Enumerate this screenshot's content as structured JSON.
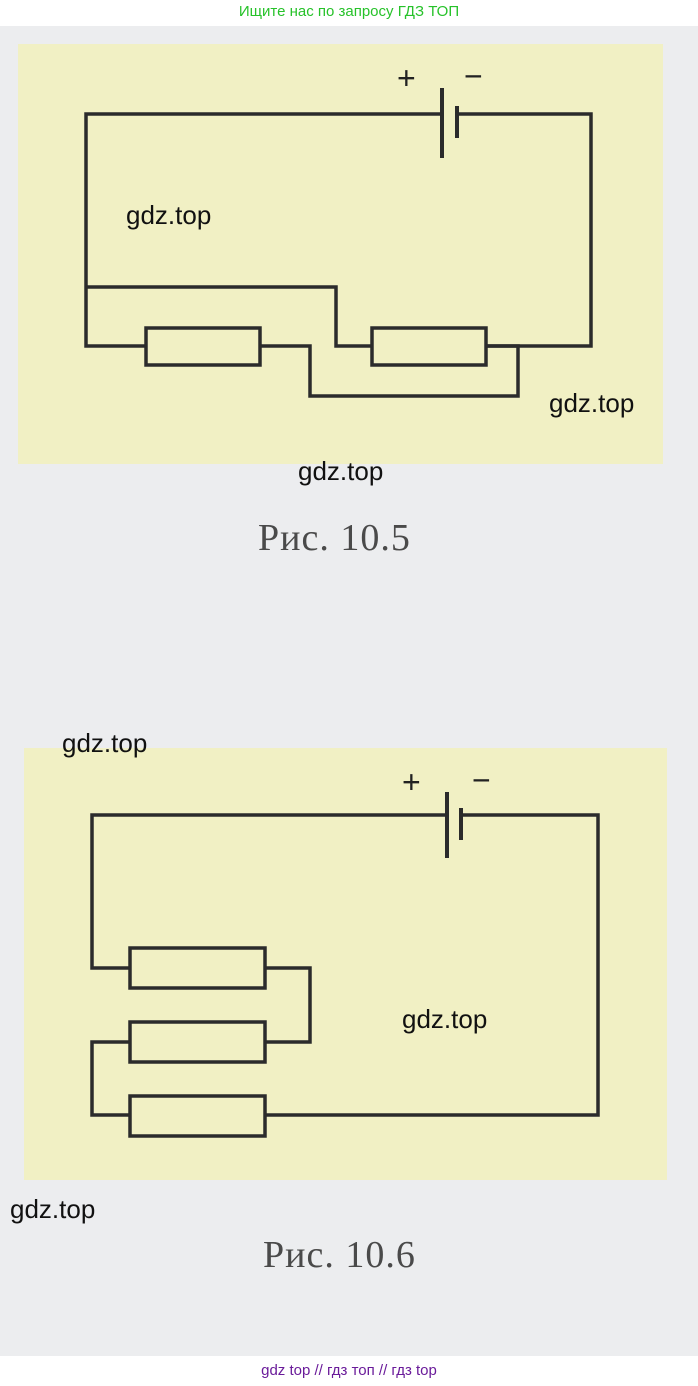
{
  "banner": {
    "text": "Ищите нас по запросу ГДЗ ТОП"
  },
  "figures": {
    "fig1": {
      "caption": "Рис.  10.5",
      "plus": "+",
      "minus": "−"
    },
    "fig2": {
      "caption": "Рис.  10.6",
      "plus": "+",
      "minus": "−"
    }
  },
  "watermarks": {
    "w1": "gdz.top",
    "w2": "gdz.top",
    "w3": "gdz.top",
    "w4": "gdz.top",
    "w5": "gdz.top",
    "w6": "gdz.top"
  },
  "footer": {
    "text": "gdz top  //  гдз топ  //  гдз top"
  },
  "colors": {
    "banner_text": "#27c22a",
    "footer_text": "#6a1b9a",
    "panel": "#f1f0c4",
    "background": "#ecedef",
    "wire": "#2b2b2b"
  }
}
